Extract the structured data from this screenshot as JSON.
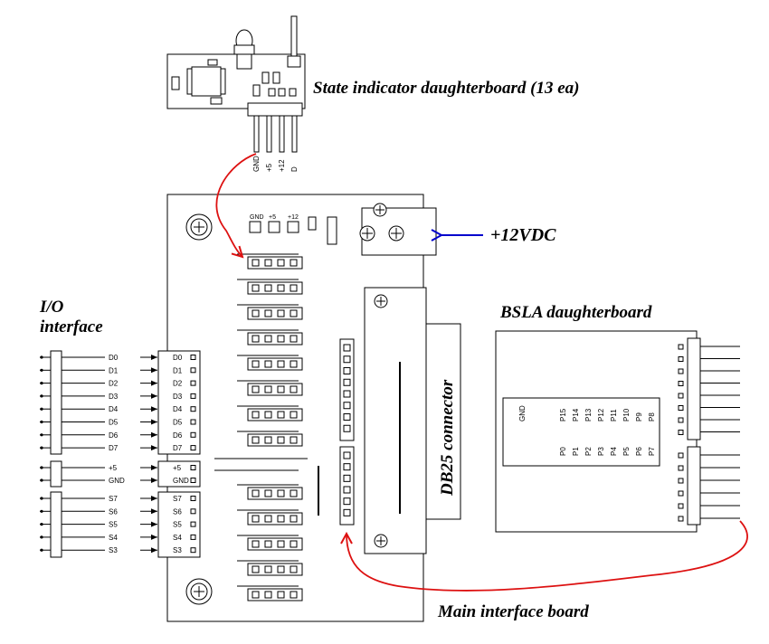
{
  "captions": {
    "state_indicator": "State indicator daughterboard (13 ea)",
    "power_input": "+12VDC",
    "io_interface_line1": "I/O",
    "io_interface_line2": "interface",
    "bsla": "BSLA daughterboard",
    "db25": "DB25 connector",
    "main_board": "Main interface board"
  },
  "daughterboard_pins": [
    "GND",
    "+5",
    "+12",
    "D"
  ],
  "main_power_pins": [
    "GND",
    "+5",
    "+12"
  ],
  "io_data_pins": [
    "D0",
    "D1",
    "D2",
    "D3",
    "D4",
    "D5",
    "D6",
    "D7"
  ],
  "io_power_pins": [
    "+5",
    "GND"
  ],
  "io_status_pins": [
    "S7",
    "S6",
    "S5",
    "S4",
    "S3"
  ],
  "bsla_top_pins": [
    "P15",
    "P14",
    "P13",
    "P12",
    "P11",
    "P10",
    "P9",
    "P8"
  ],
  "bsla_bottom_pins": [
    "P0",
    "P1",
    "P2",
    "P3",
    "P4",
    "P5",
    "P6",
    "P7"
  ],
  "bsla_gnd": "GND",
  "colors": {
    "arrow_red": "#dd1111",
    "arrow_blue": "#0000cc",
    "line": "#000000"
  }
}
